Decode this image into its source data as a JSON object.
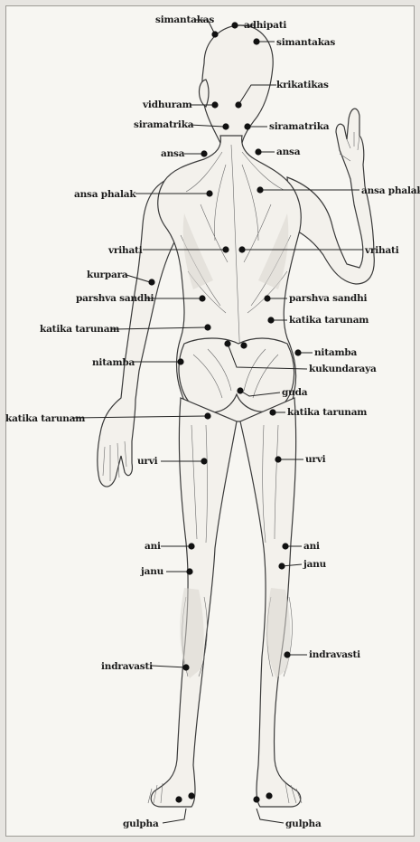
{
  "figure": {
    "view": "posterior view of human body with marma points",
    "labels": [
      {
        "id": "simantakas-left",
        "text": "simantakas"
      },
      {
        "id": "adhipati",
        "text": "adhipati"
      },
      {
        "id": "simantakas-right",
        "text": "simantakas"
      },
      {
        "id": "krikatikas",
        "text": "krikatikas"
      },
      {
        "id": "vidhuram",
        "text": "vidhuram"
      },
      {
        "id": "siramatrika-left",
        "text": "siramatrika"
      },
      {
        "id": "siramatrika-right",
        "text": "siramatrika"
      },
      {
        "id": "ansa-left",
        "text": "ansa"
      },
      {
        "id": "ansa-right",
        "text": "ansa"
      },
      {
        "id": "ansa-phalak-left",
        "text": "ansa phalak"
      },
      {
        "id": "ansa-phalak-right",
        "text": "ansa phalak"
      },
      {
        "id": "vrihati-left",
        "text": "vrihati"
      },
      {
        "id": "vrihati-right",
        "text": "vrihati"
      },
      {
        "id": "kurpara",
        "text": "kurpara"
      },
      {
        "id": "parshva-sandhi-left",
        "text": "parshva sandhi"
      },
      {
        "id": "parshva-sandhi-right",
        "text": "parshva sandhi"
      },
      {
        "id": "katika-tarunam-upper-left",
        "text": "katika tarunam"
      },
      {
        "id": "katika-tarunam-upper-right",
        "text": "katika tarunam"
      },
      {
        "id": "nitamba-left",
        "text": "nitamba"
      },
      {
        "id": "nitamba-right",
        "text": "nitamba"
      },
      {
        "id": "kukundaraya",
        "text": "kukundaraya"
      },
      {
        "id": "guda",
        "text": "guda"
      },
      {
        "id": "katika-tarunam-lower-left",
        "text": "katika tarunam"
      },
      {
        "id": "katika-tarunam-lower-right",
        "text": "katika tarunam"
      },
      {
        "id": "urvi-left",
        "text": "urvi"
      },
      {
        "id": "urvi-right",
        "text": "urvi"
      },
      {
        "id": "ani-left",
        "text": "ani"
      },
      {
        "id": "ani-right",
        "text": "ani"
      },
      {
        "id": "janu-left",
        "text": "janu"
      },
      {
        "id": "janu-right",
        "text": "janu"
      },
      {
        "id": "indravasti-left",
        "text": "indravasti"
      },
      {
        "id": "indravasti-right",
        "text": "indravasti"
      },
      {
        "id": "gulpha-left",
        "text": "gulpha"
      },
      {
        "id": "gulpha-right",
        "text": "gulpha"
      }
    ]
  }
}
